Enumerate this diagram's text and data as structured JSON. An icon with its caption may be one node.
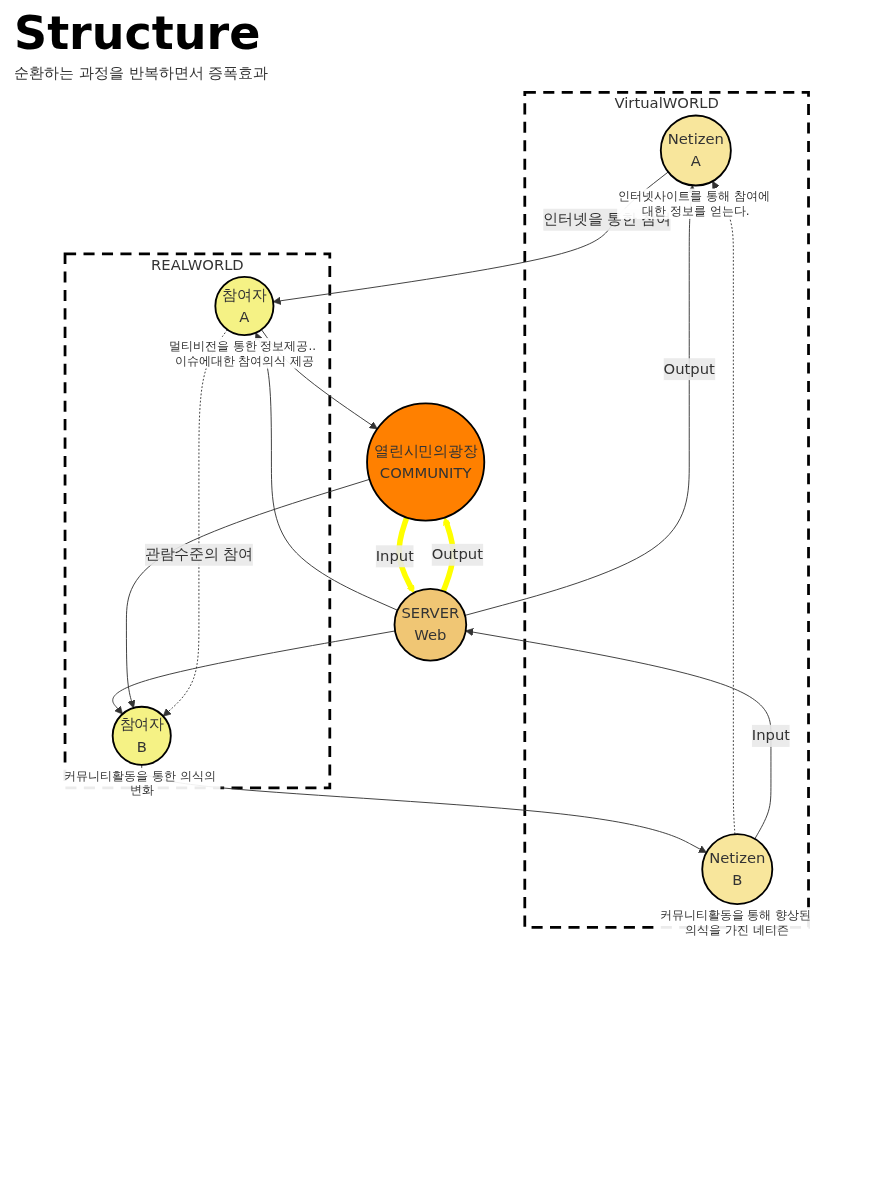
{
  "diagram": {
    "title": "Structure",
    "nodes": [
      {
        "text": [
          "VirtualWORLD"
        ]
      },
      {
        "text": [
          "Netizen",
          "A"
        ],
        "in": 0,
        "beside": [
          "인터넷사이트를 통해 참여에 대한 정보를 얻는다."
        ]
      },
      {
        "text": [
          "Netizen",
          "B"
        ],
        "in": 0,
        "beside": [
          "커뮤니티활동을 통해 향상된 의식을 가진 네티즌"
        ]
      },
      {
        "text": [
          "SERVER",
          "Web"
        ]
      },
      {
        "text": [
          "열린시민의광장",
          "COMMUNITY"
        ]
      },
      {
        "text": [
          "REALWORLD"
        ]
      },
      {
        "text": [
          "참여자",
          "A"
        ],
        "in": 5,
        "beside": [
          "멀티비전을 통한 정보제공.. 이슈에대한 참여의식 제공"
        ]
      },
      {
        "text": [
          "참여자",
          "B"
        ],
        "in": 5,
        "beside": [
          "커뮤니티활동을 통한 의식의 변화"
        ]
      }
    ],
    "edges": [
      {
        "from": 2,
        "to": 1,
        "arrow": "to",
        "style": "dashed"
      },
      {
        "from": 3,
        "to": 1,
        "arrow": "to",
        "label": "Output"
      },
      {
        "from": 2,
        "to": 3,
        "arrow": "to",
        "label": "Input"
      },
      {
        "from": 1,
        "to": 6,
        "arrow": "to",
        "label": "인터넷을 통한 참여"
      },
      {
        "from": 3,
        "to": 6,
        "arrow": "to"
      },
      {
        "from": 3,
        "to": 7,
        "arrow": "to"
      },
      {
        "from": 3,
        "to": 4,
        "arrow": "to",
        "label": "Output",
        "style": "thick",
        "color": "#ffff00"
      },
      {
        "from": 4,
        "to": 3,
        "arrow": "to",
        "label": "Input",
        "style": "thick",
        "color": "#ffff00"
      },
      {
        "from": 6,
        "to": 4,
        "arrow": "to"
      },
      {
        "from": 4,
        "to": 7,
        "arrow": "to"
      },
      {
        "from": 6,
        "to": 7,
        "arrow": "to",
        "style": "dashed",
        "label": "관람수준의 참여"
      },
      {
        "from": 7,
        "to": 2,
        "arrow": "to"
      }
    ],
    "labels": [
      "순환하는 과정을 반복하면서 증폭효과"
    ]
  }
}
